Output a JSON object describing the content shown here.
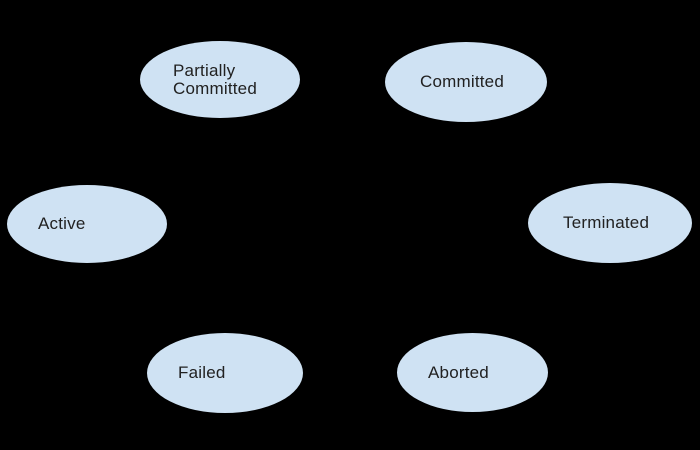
{
  "diagram": {
    "type": "state-diagram",
    "colors": {
      "background": "#000000",
      "node_fill": "#cfe2f3",
      "label_text": "#212121"
    },
    "nodes": [
      {
        "id": "partially-committed",
        "label": "Partially\nCommitted"
      },
      {
        "id": "committed",
        "label": "Committed"
      },
      {
        "id": "active",
        "label": "Active"
      },
      {
        "id": "terminated",
        "label": "Terminated"
      },
      {
        "id": "failed",
        "label": "Failed"
      },
      {
        "id": "aborted",
        "label": "Aborted"
      }
    ]
  }
}
